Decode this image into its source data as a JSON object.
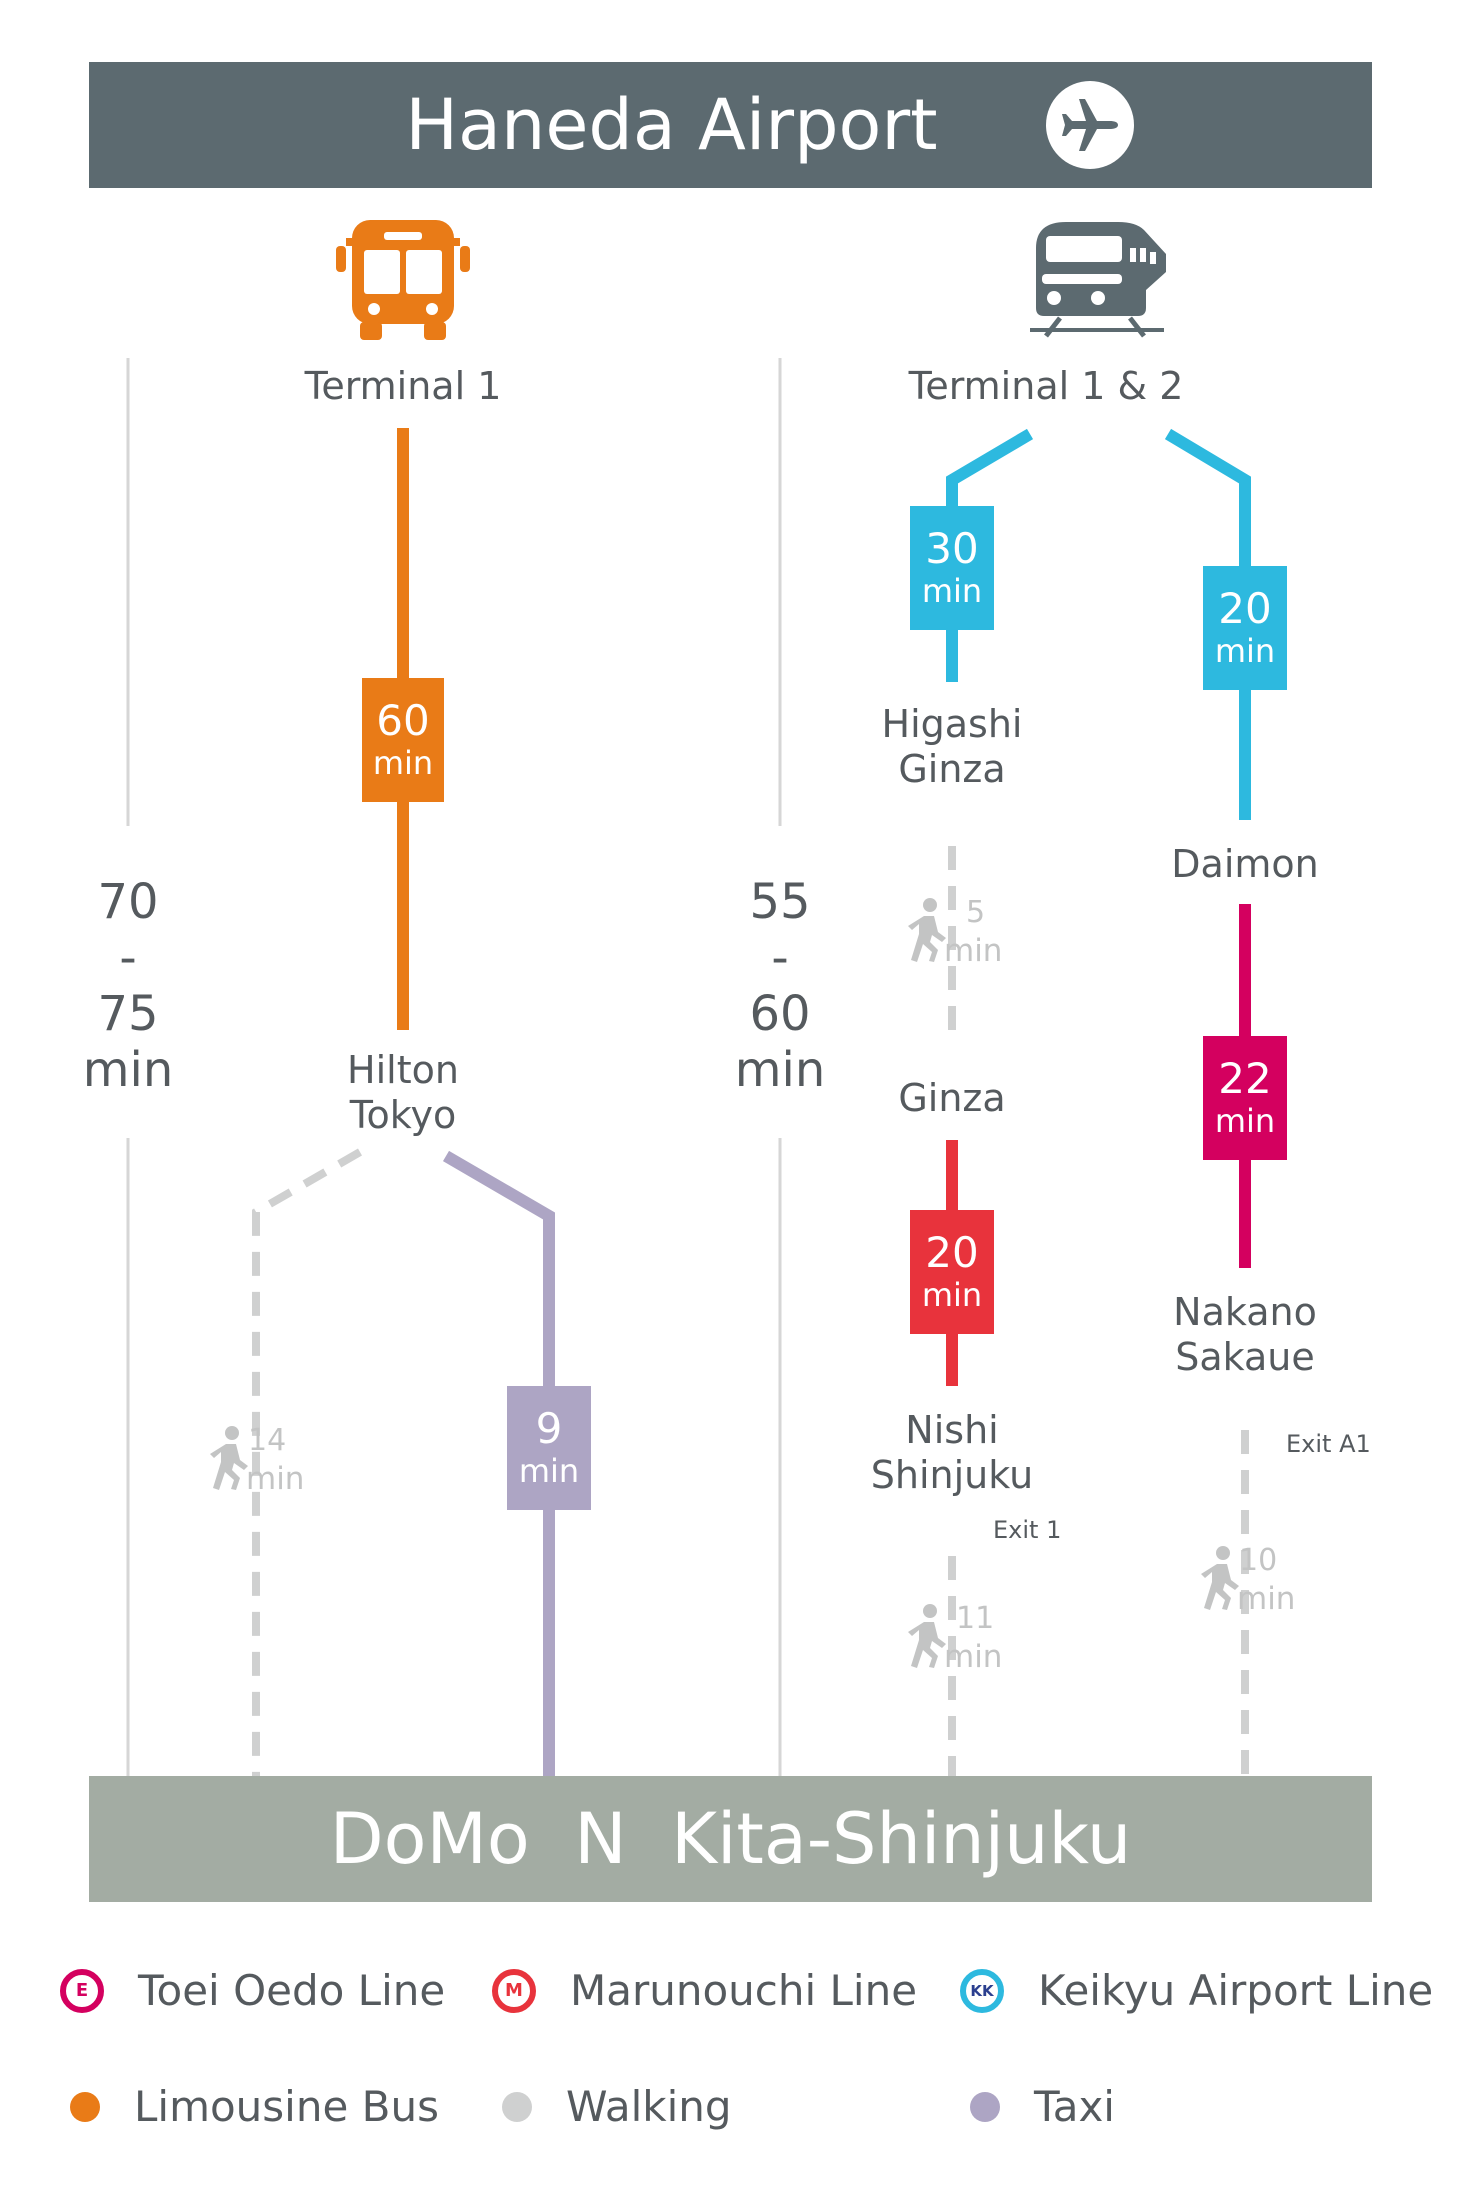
{
  "header": {
    "title": "Haneda Airport"
  },
  "footer": {
    "title": "DoMo  N  Kita-Shinjuku"
  },
  "routes": {
    "bus": {
      "total": {
        "from": "70",
        "sep": "-",
        "to": "75",
        "unit": "min"
      },
      "start": "Terminal 1",
      "leg_minutes": "60",
      "mid_stop": {
        "line1": "Hilton",
        "line2": "Tokyo"
      },
      "walk_minutes": "14",
      "taxi_minutes": "9"
    },
    "train": {
      "total": {
        "from": "55",
        "sep": "-",
        "to": "60",
        "unit": "min"
      },
      "start": "Terminal 1 & 2",
      "left": {
        "keikyu_minutes": "30",
        "stop1": {
          "line1": "Higashi",
          "line2": "Ginza"
        },
        "walk1_minutes": "5",
        "stop2": "Ginza",
        "marunouchi_minutes": "20",
        "stop3": {
          "line1": "Nishi",
          "line2": "Shinjuku"
        },
        "exit": "Exit 1",
        "walk2_minutes": "11"
      },
      "right": {
        "keikyu_minutes": "20",
        "stop1": "Daimon",
        "oedo_minutes": "22",
        "stop2": {
          "line1": "Nakano",
          "line2": "Sakaue"
        },
        "exit": "Exit A1",
        "walk_minutes": "10"
      }
    }
  },
  "unit_label": "min",
  "legend": [
    {
      "label": "Toei Oedo Line",
      "icon": "oedo-line-logo",
      "logo_text": "E",
      "color": "#d4005f"
    },
    {
      "label": "Marunouchi Line",
      "icon": "marunouchi-line-logo",
      "logo_text": "M",
      "color": "#e8333c"
    },
    {
      "label": "Keikyu Airport Line",
      "icon": "keikyu-line-logo",
      "logo_text": "KK",
      "color": "#2db9df"
    },
    {
      "label": "Limousine Bus",
      "icon": "orange-dot",
      "color": "#e97b17"
    },
    {
      "label": "Walking",
      "icon": "grey-dot",
      "color": "#cfd0d0"
    },
    {
      "label": "Taxi",
      "icon": "lavender-dot",
      "color": "#ada5c4"
    }
  ],
  "colors": {
    "header": "#5c6a70",
    "footer": "#a3aca3",
    "bus": "#e97b17",
    "keikyu": "#2db9df",
    "marunouchi": "#e8333c",
    "oedo": "#d4005f",
    "taxi": "#ada5c4",
    "walk": "#cfd0d0",
    "divider": "#d6d6d6",
    "train_icon": "#5c6a70"
  }
}
